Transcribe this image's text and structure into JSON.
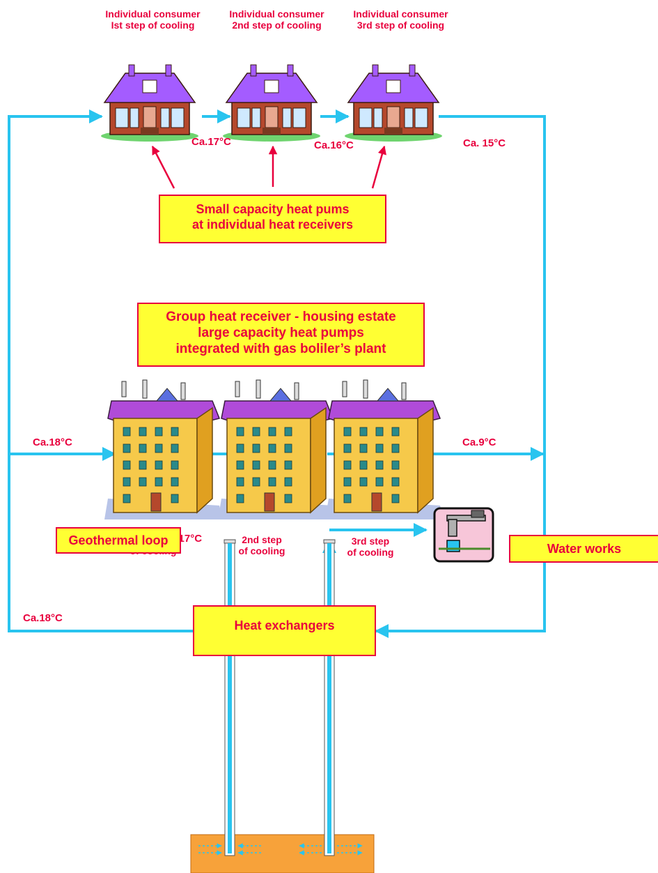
{
  "consumers": [
    {
      "line1": "Individual consumer",
      "line2": "Ist step of cooling"
    },
    {
      "line1": "Individual consumer",
      "line2": "2nd step of cooling"
    },
    {
      "line1": "Individual consumer",
      "line2": "3rd step of cooling"
    }
  ],
  "temps": {
    "t17_top": "Ca.17°C",
    "t16_top": "Ca.16°C",
    "t15_right": "Ca. 15°C",
    "t18_mid": "Ca.18°C",
    "t9_mid": "Ca.9°C",
    "t18_bottom": "Ca.18°C",
    "t17_well": "Ca. 17°C"
  },
  "small_pumps_box": {
    "line1": "Small capacity heat pums",
    "line2": "at individual heat receivers"
  },
  "group_box": {
    "line1": "Group heat receiver - housing estate",
    "line2": "large capacity heat pumps",
    "line3": "integrated with gas boliler’s plant"
  },
  "buildings": [
    {
      "line1": "1st step",
      "line2": "of cooling"
    },
    {
      "line1": "2nd step",
      "line2": "of cooling"
    },
    {
      "line1": "3rd step",
      "line2": "of cooling"
    }
  ],
  "heat_exchangers": "Heat exchangers",
  "water_works": "Water works",
  "geothermal_loop": "Geothermal loop",
  "colors": {
    "pipe": "#29c4ef",
    "arrow_red": "#e8003d",
    "box_fill": "#ffff33",
    "ground": "#f7a23a"
  }
}
